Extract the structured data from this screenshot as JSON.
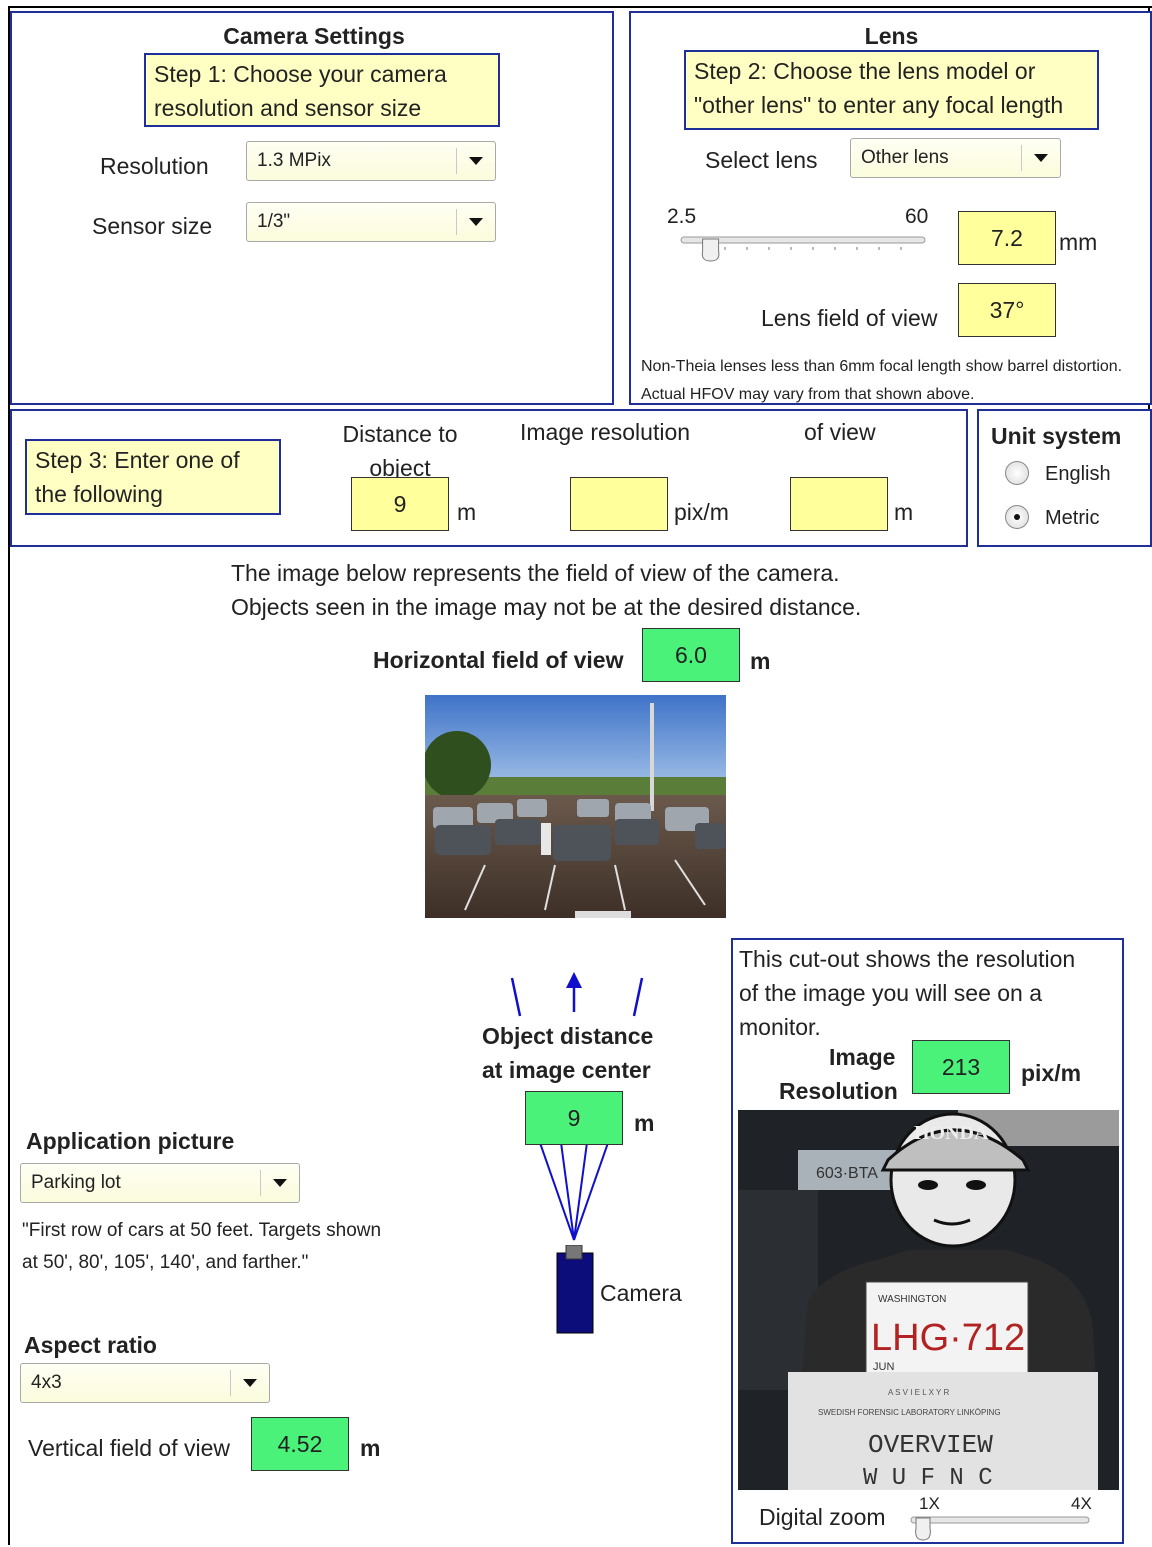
{
  "camera_settings": {
    "title": "Camera Settings",
    "step1": "Step 1: Choose your camera resolution and sensor size",
    "resolution_label": "Resolution",
    "resolution_value": "1.3 MPix",
    "sensor_label": "Sensor size",
    "sensor_value": "1/3\""
  },
  "lens": {
    "title": "Lens",
    "step2": "Step 2: Choose the lens model or \"other lens\" to enter any focal length",
    "select_label": "Select lens",
    "select_value": "Other lens",
    "slider_min": "2.5",
    "slider_max": "60",
    "slider_position": 0.08,
    "focal_value": "7.2",
    "focal_unit": "mm",
    "fov_label": "Lens field of view",
    "fov_value": "37°",
    "note": "Non-Theia lenses less than 6mm focal length show barrel distortion. Actual HFOV may vary from that shown above."
  },
  "step3": {
    "text": "Step 3: Enter one of the following",
    "distance_label": "Distance to object",
    "distance_value": "9",
    "distance_unit": "m",
    "resolution_label": "Image resolution",
    "resolution_value": "",
    "resolution_unit": "pix/m",
    "fov_label": "of view",
    "fov_value": "",
    "fov_unit": "m"
  },
  "unit_system": {
    "title": "Unit system",
    "english": "English",
    "metric": "Metric",
    "selected": "Metric"
  },
  "main": {
    "desc_line1": "The image below represents the field of view of the camera.",
    "desc_line2": "Objects seen in the image may not be at the desired distance.",
    "hfov_label": "Horizontal field of view",
    "hfov_value": "6.0",
    "hfov_unit": "m",
    "obj_dist_line1": "Object distance",
    "obj_dist_line2": "at image center",
    "obj_dist_value": "9",
    "obj_dist_unit": "m",
    "camera_label": "Camera"
  },
  "application": {
    "title": "Application picture",
    "value": "Parking lot",
    "description_line1": "\"First row of cars at 50 feet. Targets shown",
    "description_line2": "at 50', 80', 105', 140', and farther.\""
  },
  "aspect": {
    "title": "Aspect ratio",
    "value": "4x3",
    "vfov_label": "Vertical field of view",
    "vfov_value": "4.52",
    "vfov_unit": "m"
  },
  "cutout": {
    "line1": "This cut-out shows the resolution",
    "line2": "of the image you will see on a",
    "line3": "monitor.",
    "res_label_line1": "Image",
    "res_label_line2": "Resolution",
    "res_value": "213",
    "res_unit": "pix/m",
    "brand_text": "HONDA",
    "plate_text": "LHG·712",
    "plate_small": "WASHINGTON",
    "plate_left": "JUN",
    "board_small": "SWEDISH FORENSIC LABORATORY LINKÖPING",
    "board_text1": "OVERVIEW",
    "board_text2": "W U F N C",
    "board_letters": "A S V I E L X Y R",
    "car_plate": "603·BTA",
    "zoom_label": "Digital zoom",
    "zoom_min": "1X",
    "zoom_max": "4X",
    "zoom_position": 0.0
  },
  "colors": {
    "border": "#1f2f9a",
    "yellow": "#ffff9c",
    "green": "#4bf27a",
    "arrow": "#1010cc"
  }
}
